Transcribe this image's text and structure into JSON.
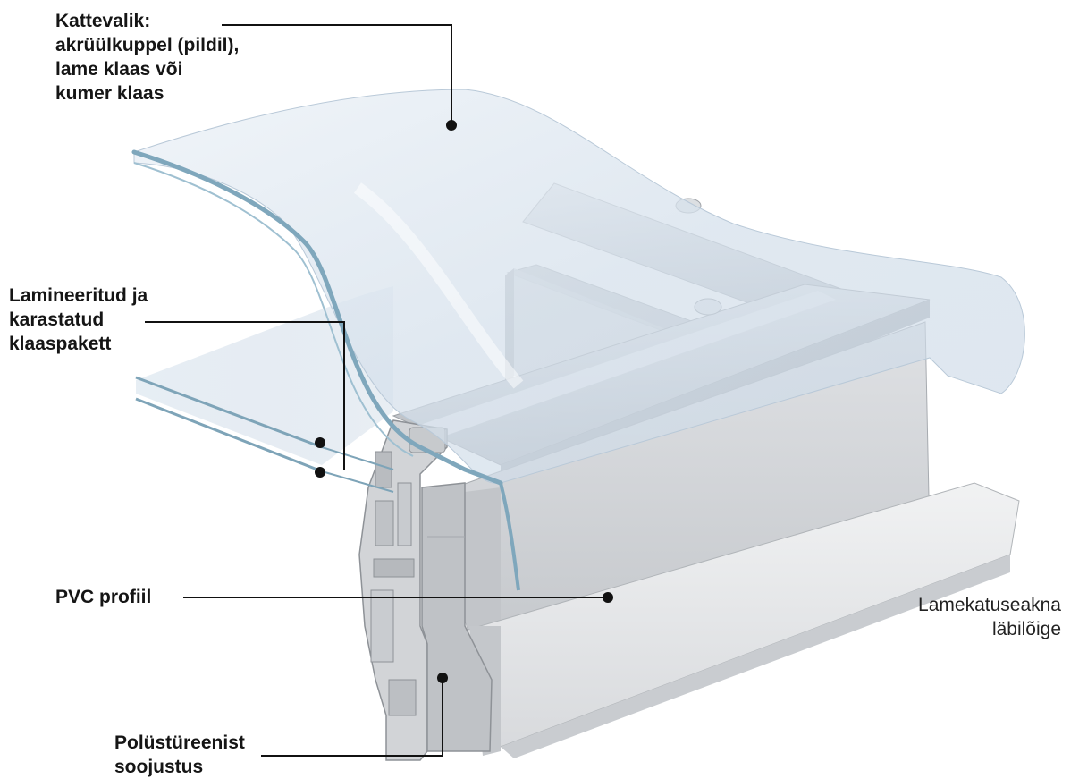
{
  "labels": {
    "cover": {
      "lines": [
        "Kattevalik:",
        "akrüülkuppel (pildil),",
        "lame klaas või",
        "kumer klaas"
      ]
    },
    "glass": {
      "lines": [
        "Lamineeritud ja",
        "karastatud",
        "klaaspakett"
      ]
    },
    "pvc": {
      "lines": [
        "PVC profiil"
      ]
    },
    "insulation": {
      "lines": [
        "Polüstüreenist",
        "soojustus"
      ]
    }
  },
  "caption": {
    "lines": [
      "Lamekatuseakna",
      "läbilõige"
    ]
  },
  "colors": {
    "dome": "#dde6f0",
    "dome_edge": "#8fb2c6",
    "profile": "#cfd1d4",
    "profile_dark": "#9ea2a7",
    "leader": "#111111"
  }
}
